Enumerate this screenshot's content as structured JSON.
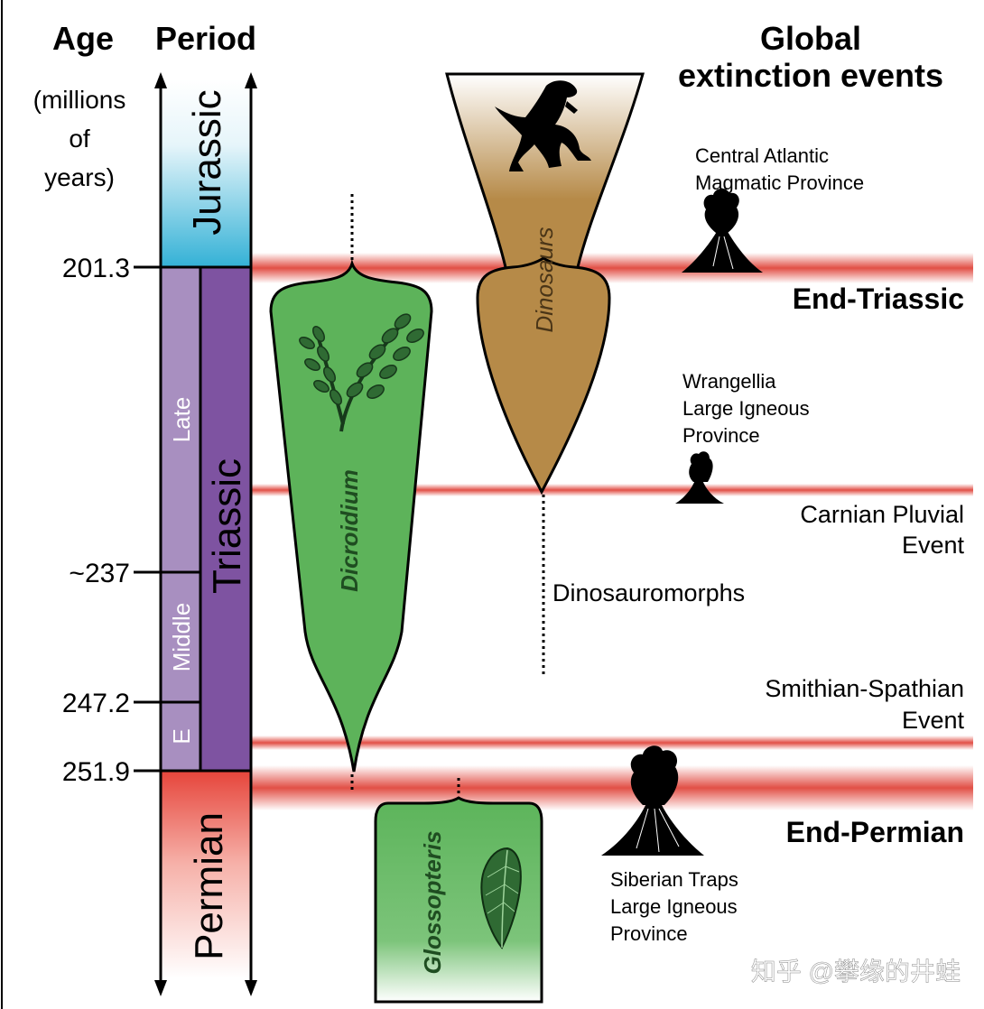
{
  "headers": {
    "age": "Age",
    "period": "Period",
    "age_unit_line1": "(millions",
    "age_unit_line2": "of",
    "age_unit_line3": "years)",
    "global_line1": "Global",
    "global_line2": "extinction events"
  },
  "ages": {
    "jurassic_triassic": "201.3",
    "late_middle": "~237",
    "middle_early": "247.2",
    "triassic_permian": "251.9"
  },
  "periods": {
    "jurassic": "Jurassic",
    "triassic": "Triassic",
    "permian": "Permian"
  },
  "epochs": {
    "late": "Late",
    "middle": "Middle",
    "early": "E"
  },
  "taxa": {
    "dinosaurs": "Dinosaurs",
    "dicroidium": "Dicroidium",
    "glossopteris": "Glossopteris",
    "dinosauromorphs": "Dinosauromorphs"
  },
  "events": {
    "end_triassic": "End-Triassic",
    "end_permian": "End-Permian",
    "carnian_line1": "Carnian Pluvial",
    "carnian_line2": "Event",
    "smithian_line1": "Smithian-Spathian",
    "smithian_line2": "Event"
  },
  "provinces": {
    "camp_line1": "Central Atlantic",
    "camp_line2": "Magmatic Province",
    "wrangellia_line1": "Wrangellia",
    "wrangellia_line2": "Large Igneous",
    "wrangellia_line3": "Province",
    "siberian_line1": "Siberian Traps",
    "siberian_line2": "Large Igneous",
    "siberian_line3": "Province"
  },
  "watermark": "知乎 @攀缘的井蛙",
  "colors": {
    "jurassic": "#3db5d8",
    "triassic": "#7e53a1",
    "triassic_epoch": "#a88fc0",
    "permian": "#e8473c",
    "extinction_band": "#e0463c",
    "dicroidium": "#5db35a",
    "dinosaurs": "#b68a48"
  },
  "icons": [
    "dinosaur-silhouette",
    "dicroidium-fern",
    "glossopteris-leaf",
    "volcano-icon"
  ]
}
